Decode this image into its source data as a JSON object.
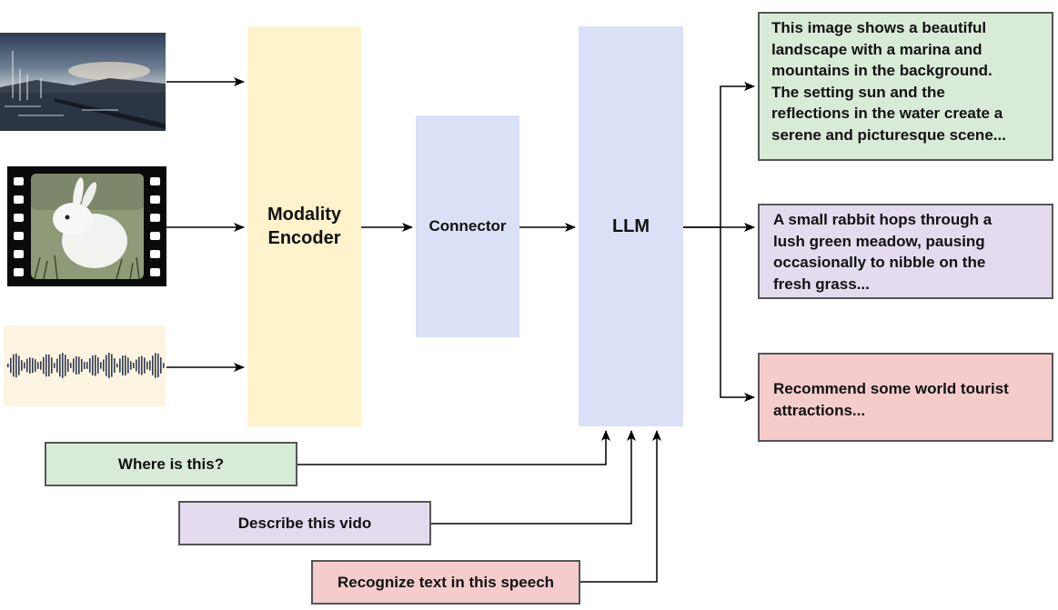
{
  "encoder_label": [
    "Modality",
    "Encoder"
  ],
  "connector_label": "Connector",
  "llm_label": "LLM",
  "inputs": {
    "image_icon": "marina-sunset-photo",
    "video_icon": "rabbit-film-strip",
    "audio_icon": "audio-waveform"
  },
  "prompts": [
    {
      "label": "Where is this?"
    },
    {
      "label": "Describe this vido"
    },
    {
      "label": "Recognize text in this speech"
    }
  ],
  "outputs": [
    {
      "lines": [
        "This image shows a beautiful",
        "landscape with a marina and",
        "mountains in the background.",
        "The setting sun and the",
        "reflections in the water create a",
        "serene and picturesque scene..."
      ]
    },
    {
      "lines": [
        "A small rabbit hops through a",
        "lush green meadow, pausing",
        "occasionally to nibble on the",
        "fresh grass..."
      ]
    },
    {
      "lines": [
        "Recommend some world tourist",
        "attractions..."
      ]
    }
  ],
  "colors": {
    "green": "#d8ebd7",
    "purple": "#e3dcee",
    "red": "#f5cccc",
    "yellow": "#fff3cc",
    "blue": "#dae0f5"
  }
}
